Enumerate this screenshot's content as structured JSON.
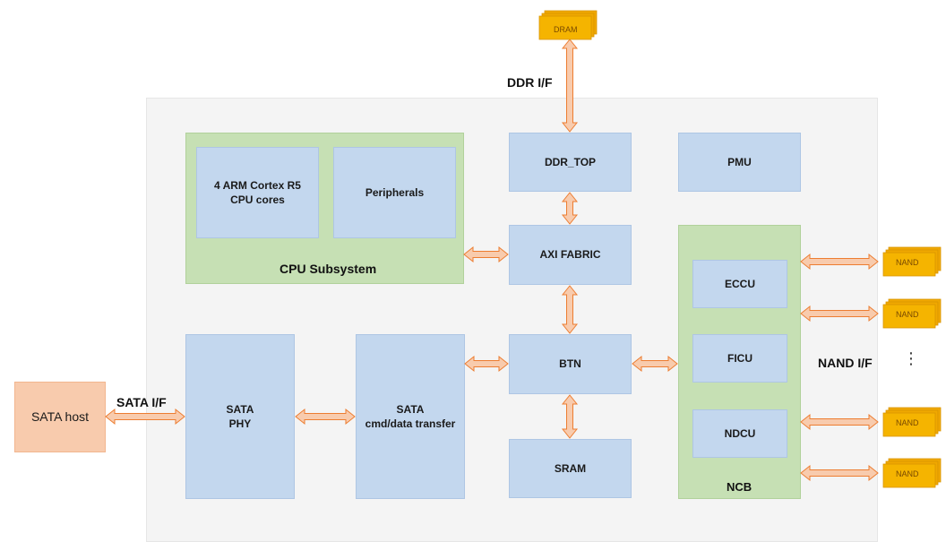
{
  "chip": {
    "cpu_subsystem": {
      "title": "CPU Subsystem",
      "cores": "4 ARM Cortex R5\nCPU cores",
      "peripherals": "Peripherals"
    },
    "ddr_top": "DDR_TOP",
    "pmu": "PMU",
    "axi_fabric": "AXI FABRIC",
    "btn": "BTN",
    "sram": "SRAM",
    "sata_phy": "SATA\nPHY",
    "sata_cmd": "SATA\ncmd/data transfer",
    "ncb": {
      "title": "NCB",
      "eccu": "ECCU",
      "ficu": "FICU",
      "ndcu": "NDCU"
    }
  },
  "external": {
    "dram": "DRAM",
    "sata_host": "SATA host",
    "nand": [
      "NAND",
      "NAND",
      "NAND",
      "NAND"
    ]
  },
  "interfaces": {
    "ddr": "DDR I/F",
    "sata": "SATA I/F",
    "nand": "NAND I/F",
    "nand_ellipsis": "⋮"
  },
  "colors": {
    "chip_bg": "#f4f4f4",
    "block_blue": "#c3d7ee",
    "block_green": "#c6e0b4",
    "host_orange": "#f8cbad",
    "memory_yellow": "#f5b400",
    "arrow_fill": "#f8cbad",
    "arrow_stroke": "#ed7d31"
  }
}
